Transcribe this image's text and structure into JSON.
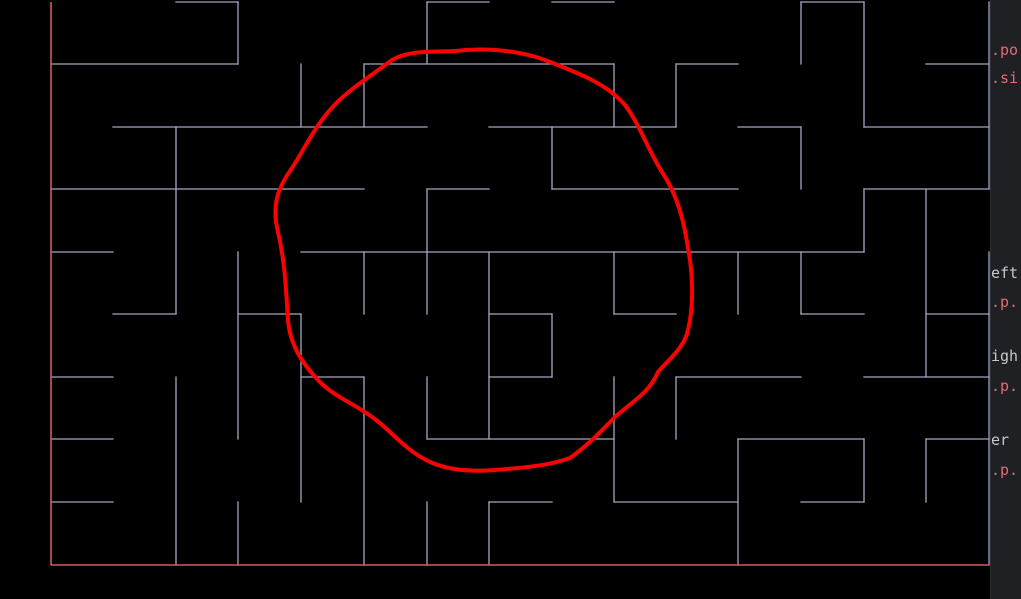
{
  "theme": {
    "background": "#000000",
    "wall_color": "#a4a6c4",
    "border_color": "#d35c5c",
    "highlight_stroke": "#ff0000",
    "panel_background": "#1f2024",
    "selector_color": "#e06c75",
    "text_color": "#c8c8c8"
  },
  "side_panel": {
    "lines": [
      {
        "text": ".po",
        "kind": "selector"
      },
      {
        "text": ".si",
        "kind": "selector"
      },
      {
        "text": "eft",
        "kind": "text"
      },
      {
        "text": ".p.",
        "kind": "selector"
      },
      {
        "text": "igh",
        "kind": "text"
      },
      {
        "text": ".p.",
        "kind": "selector"
      },
      {
        "text": "er",
        "kind": "text"
      },
      {
        "text": ".p.",
        "kind": "selector"
      }
    ]
  }
}
